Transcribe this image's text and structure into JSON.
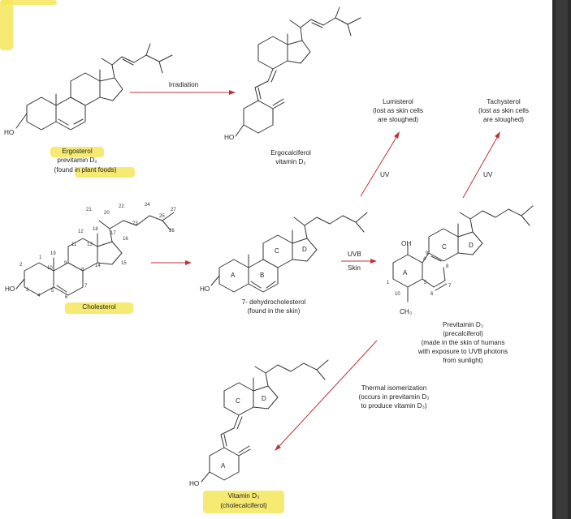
{
  "molecules": {
    "ergosterol": {
      "line1": "Ergosterol",
      "line2": "previtamin D₂",
      "line3_prefix": "(found in ",
      "line3_highlight": "plant foods)",
      "ho": "HO"
    },
    "ergocalciferol": {
      "line1": "Ergocalciferol",
      "line2": "vitamin D₂",
      "ho": "HO"
    },
    "cholesterol": {
      "name": "Cholesterol",
      "ho": "HO",
      "carbon_numbers": [
        "1",
        "2",
        "3",
        "4",
        "5",
        "6",
        "7",
        "8",
        "9",
        "10",
        "11",
        "12",
        "13",
        "14",
        "15",
        "16",
        "17",
        "18",
        "19",
        "20",
        "21",
        "22",
        "23",
        "24",
        "25",
        "26",
        "27"
      ]
    },
    "dehydrocholesterol": {
      "line1": "7- dehydrocholesterol",
      "line2": "(found in the skin)",
      "ho": "HO",
      "rings": [
        "A",
        "B",
        "C",
        "D"
      ]
    },
    "previtamin_d3": {
      "line1": "Previtamin D₃",
      "line2": "(precalciferol)",
      "line3": "(made in the skin of humans",
      "line4": "with exposure to UVB photons",
      "line5": "from sunlight)",
      "oh": "OH",
      "ch3": "CH₃",
      "rings": [
        "A",
        "C",
        "D"
      ],
      "numbers": [
        "1",
        "4",
        "5",
        "6",
        "7",
        "8",
        "9",
        "10"
      ]
    },
    "vitamin_d3": {
      "line1": "Vitamin D₃",
      "line2": "(cholecalciferol)",
      "ho": "HO",
      "rings": [
        "A",
        "C",
        "D"
      ]
    },
    "lumisterol": {
      "line1": "Lumisterol",
      "line2": "(lost as skin cells",
      "line3": "are sloughed)"
    },
    "tachysterol": {
      "line1": "Tachysterol",
      "line2": "(lost as skin cells",
      "line3": "are sloughed)"
    }
  },
  "arrows": {
    "irradiation": "Irradiation",
    "uv_left": "UV",
    "uv_right": "UV",
    "uvb": "UVB",
    "skin": "Skin",
    "thermal": {
      "line1": "Thermal isomerization",
      "line2": "(occurs in previtamin D₃",
      "line3": "to produce vitamin D₃)"
    }
  },
  "colors": {
    "highlight": "#f6e65a",
    "arrow": "#c0323a",
    "bond": "#333333",
    "scrollbar": "#2b2b2b"
  }
}
